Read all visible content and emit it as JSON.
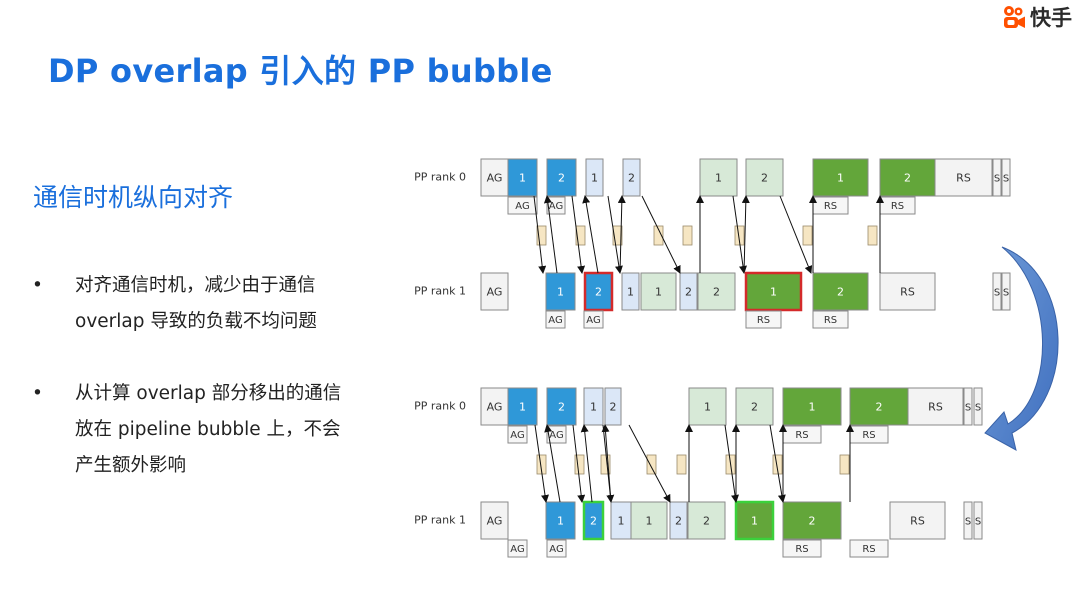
{
  "header": {
    "title": "DP overlap 引入的 PP bubble",
    "logo_text": "快手",
    "logo_icon": "kuaishou-logo-icon",
    "logo_color": "#ff5000"
  },
  "left": {
    "subtitle": "通信时机纵向对齐",
    "bullets": [
      {
        "marker": "•",
        "lines": [
          "对齐通信时机，减少由于通信",
          "overlap 导致的负载不均问题"
        ]
      },
      {
        "marker": "•",
        "lines": [
          "从计算 overlap 部分移出的通信",
          "放在 pipeline bubble 上，不会",
          "产生额外影响"
        ]
      }
    ]
  },
  "diagram": {
    "colors": {
      "fwd": "#2f98d8",
      "bwd": "#dbe7f7",
      "wgrad": "#d7e9d7",
      "wgrad_fill": "#63a63a",
      "comm": "#f6e6c3",
      "idle": "#f3f3f3",
      "border": "#8a8a8a",
      "highlight_red": "#d42a2a",
      "highlight_green": "#3bd13b",
      "arrow": "#4a7ec2"
    },
    "panels": [
      {
        "name": "before",
        "rank0": {
          "label": "PP rank 0",
          "blocks": [
            {
              "t": "AG",
              "k": "idle"
            },
            {
              "t": "1",
              "k": "fwd"
            },
            {
              "t": "",
              "k": "gap"
            },
            {
              "t": "2",
              "k": "fwd"
            },
            {
              "t": "",
              "k": "gap"
            },
            {
              "t": "1",
              "k": "bwd"
            },
            {
              "t": "",
              "k": "gap"
            },
            {
              "t": "2",
              "k": "bwd"
            },
            {
              "t": "",
              "k": "gap"
            },
            {
              "t": "1",
              "k": "wgrad"
            },
            {
              "t": "2",
              "k": "wgrad"
            },
            {
              "t": "1",
              "k": "wgrad_fill"
            },
            {
              "t": "2",
              "k": "wgrad_fill"
            },
            {
              "t": "RS",
              "k": "idle"
            },
            {
              "t": "S",
              "k": "idle"
            },
            {
              "t": "S",
              "k": "idle"
            }
          ],
          "sub_labels": [
            "AG",
            "AG",
            "RS",
            "RS"
          ]
        },
        "rank1": {
          "label": "PP rank 1",
          "blocks": [
            {
              "t": "AG",
              "k": "idle"
            },
            {
              "t": "1",
              "k": "fwd"
            },
            {
              "t": "2",
              "k": "fwd",
              "hl": "red"
            },
            {
              "t": "1",
              "k": "bwd"
            },
            {
              "t": "1",
              "k": "wgrad"
            },
            {
              "t": "2",
              "k": "bwd"
            },
            {
              "t": "2",
              "k": "wgrad"
            },
            {
              "t": "1",
              "k": "wgrad_fill",
              "hl": "red"
            },
            {
              "t": "2",
              "k": "wgrad_fill"
            },
            {
              "t": "RS",
              "k": "idle"
            },
            {
              "t": "S",
              "k": "idle"
            },
            {
              "t": "S",
              "k": "idle"
            }
          ],
          "sub_labels": [
            "AG",
            "AG",
            "RS",
            "RS"
          ]
        }
      },
      {
        "name": "after",
        "rank0": {
          "label": "PP rank 0",
          "blocks": [
            {
              "t": "AG",
              "k": "idle"
            },
            {
              "t": "1",
              "k": "fwd"
            },
            {
              "t": "2",
              "k": "fwd"
            },
            {
              "t": "1",
              "k": "bwd"
            },
            {
              "t": "2",
              "k": "bwd"
            },
            {
              "t": "1",
              "k": "wgrad"
            },
            {
              "t": "2",
              "k": "wgrad"
            },
            {
              "t": "1",
              "k": "wgrad_fill"
            },
            {
              "t": "2",
              "k": "wgrad_fill"
            },
            {
              "t": "RS",
              "k": "idle"
            },
            {
              "t": "S",
              "k": "idle"
            },
            {
              "t": "S",
              "k": "idle"
            }
          ],
          "sub_labels": [
            "AG",
            "AG",
            "RS",
            "RS"
          ]
        },
        "rank1": {
          "label": "PP rank 1",
          "blocks": [
            {
              "t": "AG",
              "k": "idle"
            },
            {
              "t": "1",
              "k": "fwd"
            },
            {
              "t": "2",
              "k": "fwd",
              "hl": "green"
            },
            {
              "t": "1",
              "k": "bwd"
            },
            {
              "t": "1",
              "k": "wgrad"
            },
            {
              "t": "2",
              "k": "bwd"
            },
            {
              "t": "2",
              "k": "wgrad"
            },
            {
              "t": "1",
              "k": "wgrad_fill",
              "hl": "green"
            },
            {
              "t": "2",
              "k": "wgrad_fill"
            },
            {
              "t": "RS",
              "k": "idle"
            },
            {
              "t": "S",
              "k": "idle"
            },
            {
              "t": "S",
              "k": "idle"
            }
          ],
          "sub_labels": [
            "AG",
            "AG",
            "RS",
            "RS"
          ]
        }
      }
    ]
  }
}
